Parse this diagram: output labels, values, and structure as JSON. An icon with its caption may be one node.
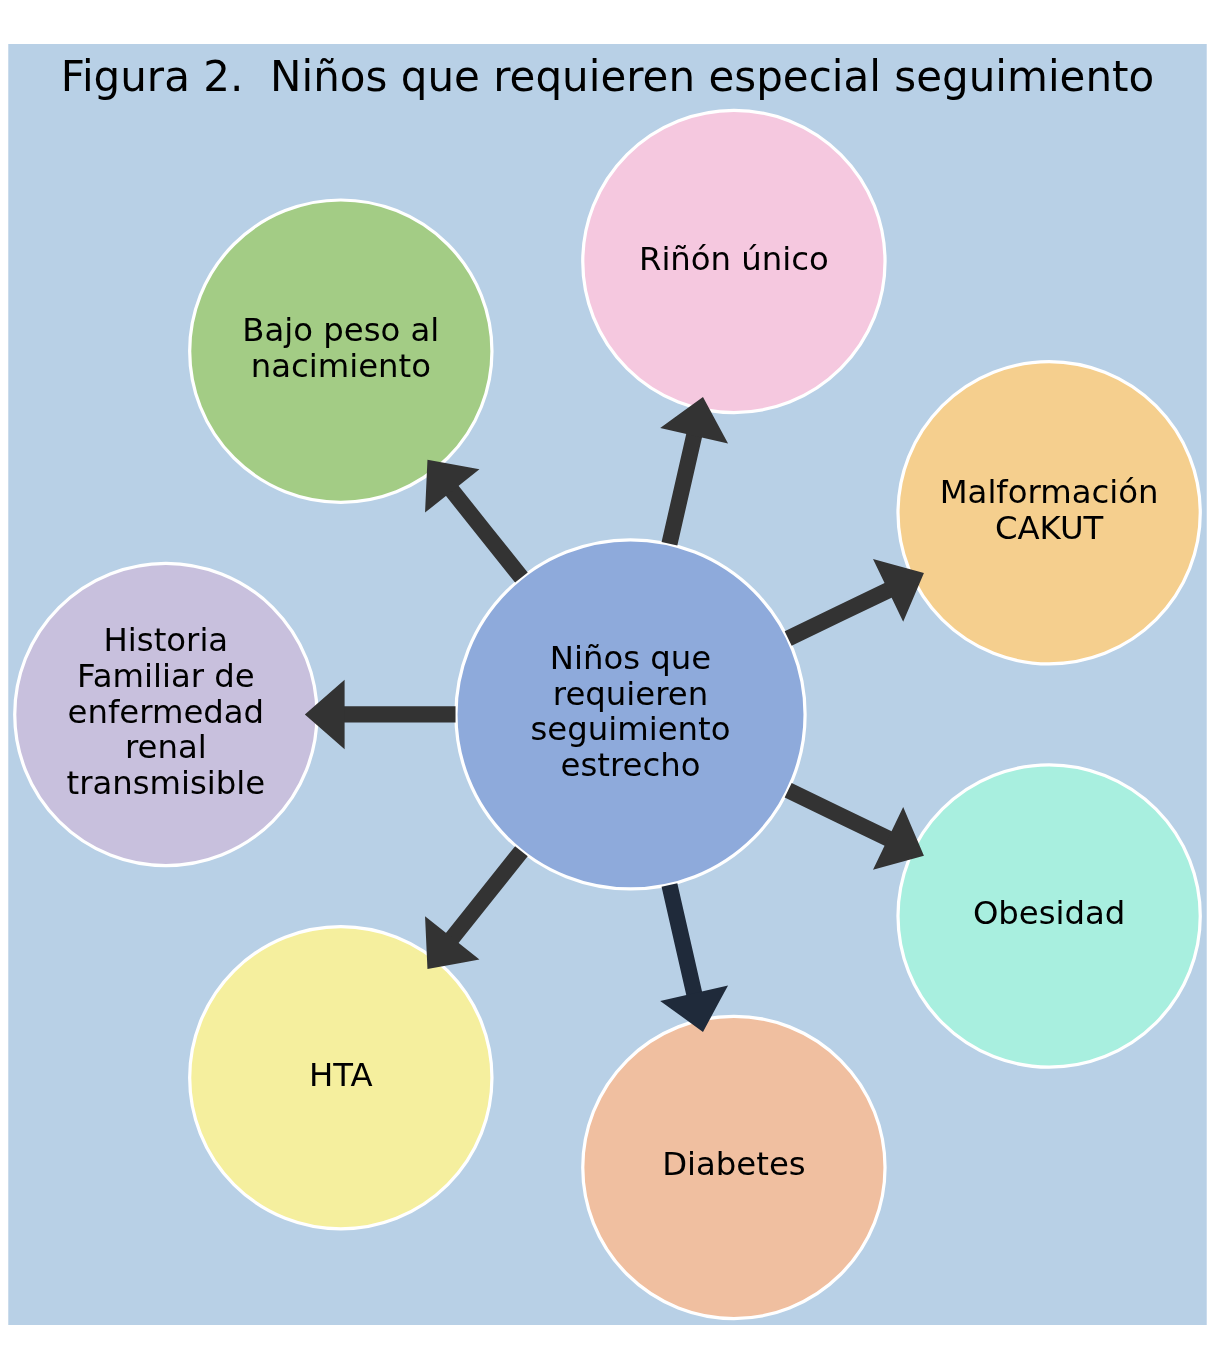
{
  "diagram": {
    "title": "Figura 2.  Niños que requieren especial seguimiento",
    "nodes": [
      {
        "text": [
          "Niños que requieren seguimiento estrecho"
        ]
      },
      {
        "text": [
          "Malformación CAKUT"
        ]
      },
      {
        "text": [
          "Riñón único"
        ]
      },
      {
        "text": [
          "Bajo peso al nacimiento"
        ]
      },
      {
        "text": [
          "Historia Familiar de enfermedad renal transmisible"
        ]
      },
      {
        "text": [
          "HTA"
        ]
      },
      {
        "text": [
          "Diabetes"
        ]
      },
      {
        "text": [
          "Obesidad"
        ]
      }
    ],
    "edges": [
      {
        "from": 0,
        "to": 1,
        "arrow": "to"
      },
      {
        "from": 0,
        "to": 2,
        "arrow": "to"
      },
      {
        "from": 0,
        "to": 3,
        "arrow": "to"
      },
      {
        "from": 0,
        "to": 4,
        "arrow": "to"
      },
      {
        "from": 0,
        "to": 5,
        "arrow": "to"
      },
      {
        "from": 0,
        "to": 6,
        "arrow": "to",
        "color": "#1f2a3a"
      },
      {
        "from": 0,
        "to": 7,
        "arrow": "to"
      }
    ]
  }
}
